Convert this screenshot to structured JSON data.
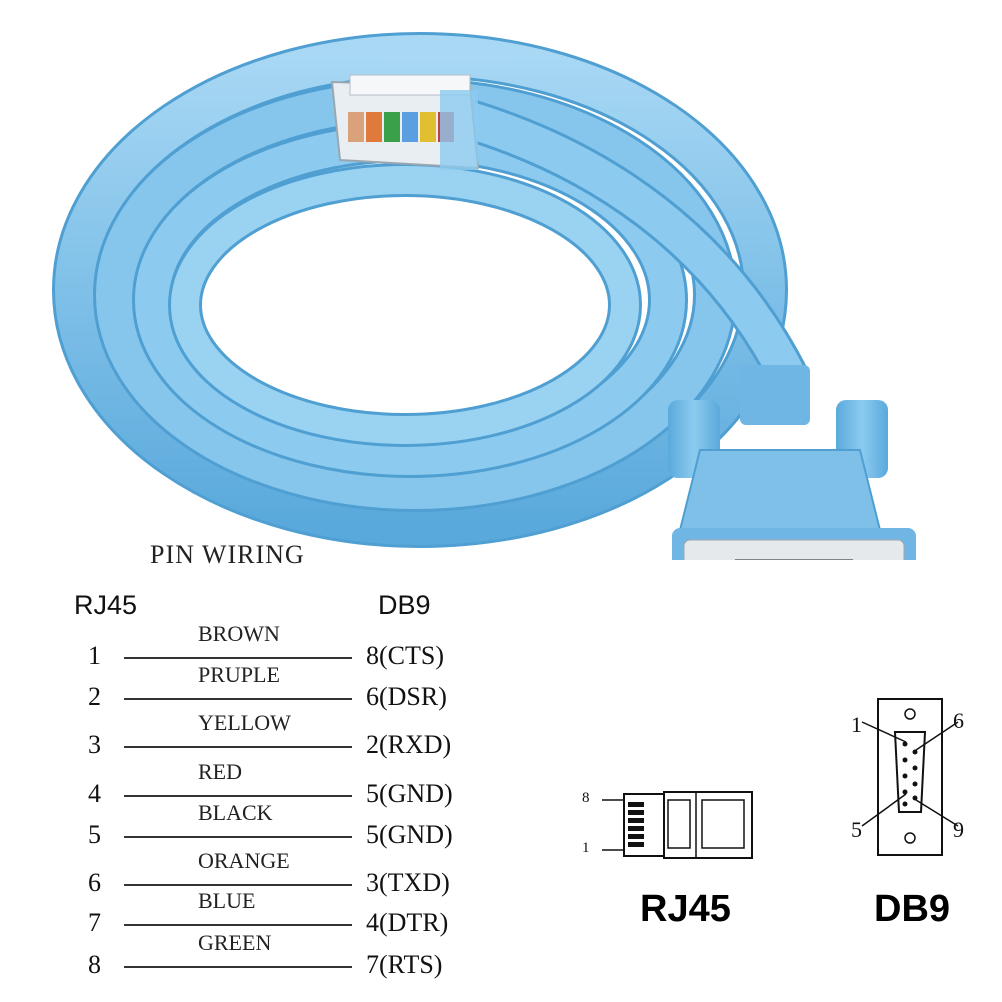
{
  "diagram": {
    "title": "PIN WIRING",
    "left_header": "RJ45",
    "right_header": "DB9",
    "rows": [
      {
        "rj45": "1",
        "color": "BROWN",
        "db9": "8(CTS)"
      },
      {
        "rj45": "2",
        "color": "PRUPLE",
        "db9": "6(DSR)"
      },
      {
        "rj45": "3",
        "color": "YELLOW",
        "db9": "2(RXD)"
      },
      {
        "rj45": "4",
        "color": "RED",
        "db9": "5(GND)"
      },
      {
        "rj45": "5",
        "color": "BLACK",
        "db9": "5(GND)"
      },
      {
        "rj45": "6",
        "color": "ORANGE",
        "db9": "3(TXD)"
      },
      {
        "rj45": "7",
        "color": "BLUE",
        "db9": "4(DTR)"
      },
      {
        "rj45": "8",
        "color": "GREEN",
        "db9": "7(RTS)"
      }
    ]
  },
  "connectors": {
    "rj45_caption": "RJ45",
    "db9_caption": "DB9",
    "rj45_pin_top": "8",
    "rj45_pin_bottom": "1",
    "db9_pin_1": "1",
    "db9_pin_6": "6",
    "db9_pin_5": "5",
    "db9_pin_9": "9"
  },
  "colors": {
    "cable_blue": "#7fc0e8",
    "cable_dark": "#4f9fd2",
    "cable_light": "#a8d8f4"
  },
  "icons": [
    "flat-cable-coil",
    "rj45-plug",
    "db9-female-connector"
  ]
}
